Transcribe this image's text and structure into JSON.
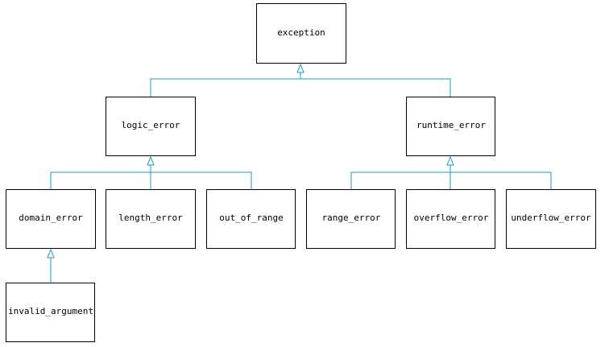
{
  "diagram": {
    "colors": {
      "edge": "#1a9bbf",
      "box_border": "#000000",
      "background": "#ffffff"
    },
    "nodes": {
      "exception": "exception",
      "logic_error": "logic_error",
      "runtime_error": "runtime_error",
      "domain_error": "domain_error",
      "length_error": "length_error",
      "out_of_range": "out_of_range",
      "range_error": "range_error",
      "overflow_error": "overflow_error",
      "underflow_error": "underflow_error",
      "invalid_argument": "invalid_argument"
    },
    "inheritance": [
      {
        "child": "logic_error",
        "parent": "exception"
      },
      {
        "child": "runtime_error",
        "parent": "exception"
      },
      {
        "child": "domain_error",
        "parent": "logic_error"
      },
      {
        "child": "length_error",
        "parent": "logic_error"
      },
      {
        "child": "out_of_range",
        "parent": "logic_error"
      },
      {
        "child": "range_error",
        "parent": "runtime_error"
      },
      {
        "child": "overflow_error",
        "parent": "runtime_error"
      },
      {
        "child": "underflow_error",
        "parent": "runtime_error"
      },
      {
        "child": "invalid_argument",
        "parent": "domain_error"
      }
    ]
  }
}
